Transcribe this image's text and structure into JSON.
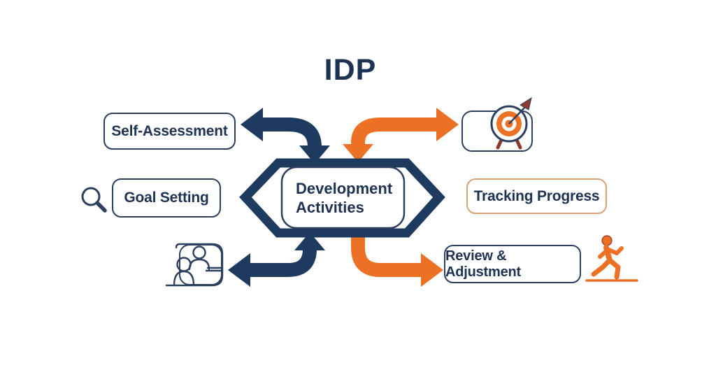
{
  "title": "IDP",
  "center_node": {
    "line1": "Development",
    "line2": "Activities"
  },
  "nodes": {
    "self_assessment": {
      "label": "Self-Assessment"
    },
    "goal_setting": {
      "label": "Goal Setting",
      "icon": "magnifier-icon"
    },
    "people": {
      "icon": "people-icon"
    },
    "target": {
      "icon": "target-icon"
    },
    "tracking_progress": {
      "label": "Tracking Progress"
    },
    "review_adjustment": {
      "label": "Review & Adjustment",
      "icon": "walking-person-icon"
    }
  },
  "colors": {
    "navy": "#1e3a5f",
    "text-navy": "#1e3353",
    "border-navy": "#2d3f5e",
    "orange": "#ed7124",
    "border-orange": "#d8a374",
    "maroon": "#8e3b2e",
    "bg": "#ffffff"
  }
}
